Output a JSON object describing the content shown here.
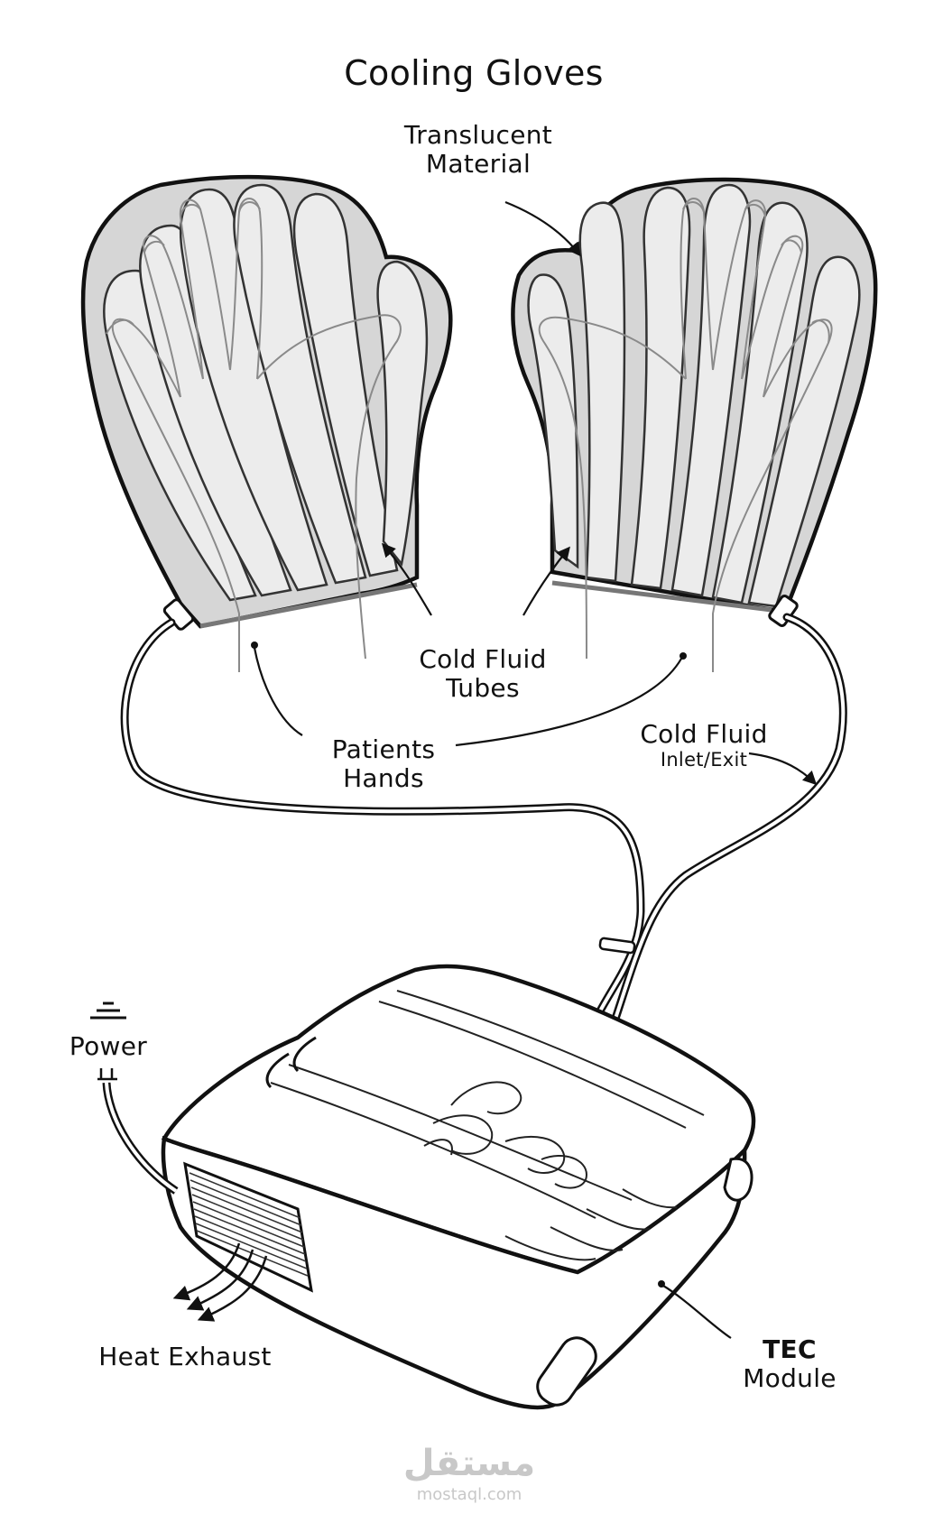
{
  "title": "Cooling Gloves",
  "labels": {
    "translucent": [
      "Translucent",
      "Material"
    ],
    "tubes": [
      "Cold Fluid",
      "Tubes"
    ],
    "hands": [
      "Patients",
      "Hands"
    ],
    "inlet": "Cold Fluid",
    "inlet_sub": "Inlet/Exit",
    "power": "Power",
    "exhaust": "Heat Exhaust",
    "tec": "TEC",
    "tec_sub": "Module"
  },
  "watermark": {
    "arabic": "مستقل",
    "url": "mostaql.com"
  },
  "colors": {
    "glove_fill": "#d6d6d6",
    "tube_fill": "#ececec",
    "outline": "#111111",
    "hand_line": "#8a8a8a"
  }
}
